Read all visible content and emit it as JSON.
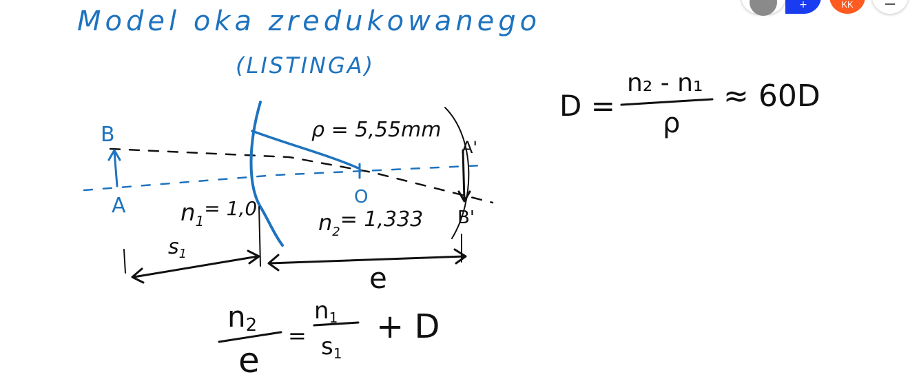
{
  "toolbar": {
    "user_initials": "KK",
    "colors": {
      "grey": "#8a8a8a",
      "blue": "#1a3cf0",
      "orange": "#ff5a1f",
      "white": "#ffffff"
    }
  },
  "board": {
    "title_line1": "Model oka zredukowanego",
    "title_line2": "(LISTINGA)",
    "labels": {
      "B": "B",
      "A": "A",
      "n1": "n",
      "n1_sub": "1",
      "n1_val": "= 1,0",
      "s1": "s",
      "s1_sub": "1",
      "rho": "ρ = 5,55mm",
      "O": "O",
      "n2": "n",
      "n2_sub": "2",
      "n2_val": "= 1,333",
      "Aprime": "A'",
      "Bprime": "B'",
      "e": "e"
    },
    "formula_bottom": {
      "num_left": "n",
      "num_left_sub": "2",
      "den_left": "e",
      "eq": "=",
      "num_right": "n",
      "num_right_sub": "1",
      "den_right": "s",
      "den_right_sub": "1",
      "plus": "+ D"
    },
    "formula_right": {
      "lhs": "D =",
      "num": "n₂ - n₁",
      "den": "ρ",
      "approx": "≈ 60D"
    },
    "ink": {
      "blue": "#1e73be",
      "black": "#111111"
    }
  }
}
